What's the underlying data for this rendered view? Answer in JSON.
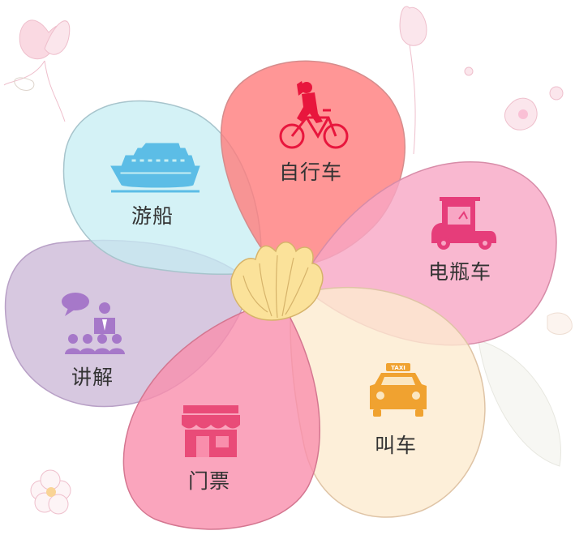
{
  "menu": {
    "items": [
      {
        "id": "bike",
        "label": "自行车",
        "color": "#ff7c7c",
        "icon": "bicycle-rider-icon"
      },
      {
        "id": "ebike",
        "label": "电瓶车",
        "color": "#f8a6c4",
        "icon": "golf-cart-icon"
      },
      {
        "id": "taxi",
        "label": "叫车",
        "color": "#fdebd0",
        "icon": "taxi-icon"
      },
      {
        "id": "ticket",
        "label": "门票",
        "color": "#f98eac",
        "icon": "shop-icon"
      },
      {
        "id": "guide",
        "label": "讲解",
        "color": "#c9b5d6",
        "icon": "presenter-icon"
      },
      {
        "id": "cruise",
        "label": "游船",
        "color": "#c6eef3",
        "icon": "ship-icon"
      }
    ]
  },
  "taxi_sign": "TAXI",
  "colors": {
    "bike_icon": "#e8163d",
    "ebike_icon": "#e63d7a",
    "taxi_icon": "#f0a230",
    "ticket_icon": "#e94b78",
    "guide_icon": "#a678c9",
    "cruise_icon": "#5cbde6",
    "center": "#fbe29a"
  }
}
